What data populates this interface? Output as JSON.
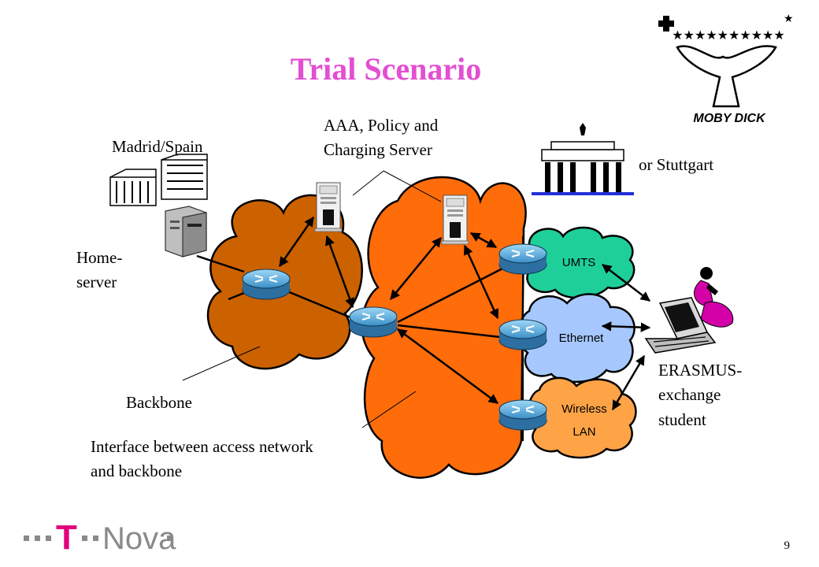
{
  "slide": {
    "title": "Trial Scenario",
    "page_number": "9",
    "colors": {
      "title": "#e34fd3",
      "backbone_cloud": "#cc6100",
      "access_cloud": "#ff6c0a",
      "umts_cloud": "#1fcf9a",
      "ethernet_cloud": "#a6c8ff",
      "wlan_cloud": "#ffa347",
      "logo_magenta": "#e2007a"
    }
  },
  "labels": {
    "madrid": "Madrid/Spain",
    "aaa_line1": "AAA, Policy and",
    "aaa_line2": "Charging Server",
    "stuttgart": "or Stuttgart",
    "home_line1": "Home-",
    "home_line2": "server",
    "backbone": "Backbone",
    "interface_line1": "Interface between access network",
    "interface_line2": "and backbone",
    "erasmus_line1": "ERASMUS-",
    "erasmus_line2": "exchange",
    "erasmus_line3": "student"
  },
  "access_networks": {
    "umts": "UMTS",
    "ethernet": "Ethernet",
    "wlan_line1": "Wireless",
    "wlan_line2": "LAN"
  },
  "logos": {
    "moby_dick": "MOBY DICK",
    "tnova_t": "T",
    "tnova_text": "Nova"
  },
  "icons": [
    "router-icon",
    "server-tower-icon",
    "building-icon",
    "brandenburg-gate-icon",
    "laptop-icon",
    "person-icon",
    "whale-tail-icon"
  ]
}
